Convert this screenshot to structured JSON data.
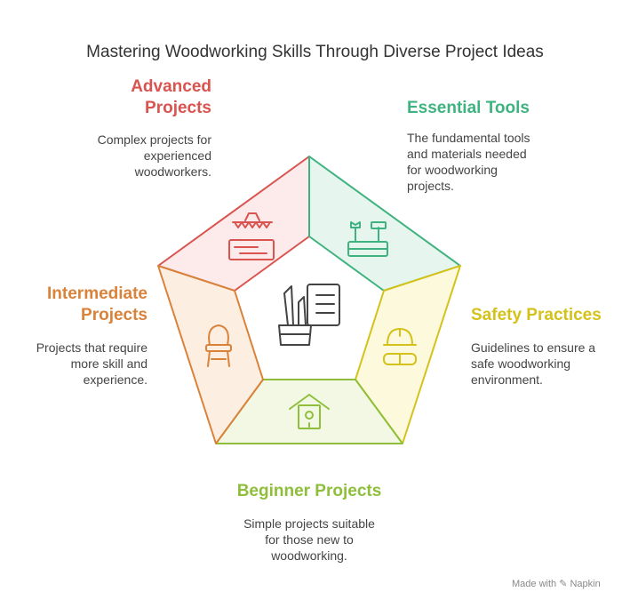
{
  "title": "Mastering Woodworking Skills Through Diverse Project Ideas",
  "colors": {
    "advanced": "#d9534f",
    "essential": "#3fb37f",
    "safety": "#d4c21a",
    "beginner": "#8fbf3a",
    "intermediate": "#d9823a",
    "center_icon": "#444444"
  },
  "segments": {
    "advanced": {
      "label_line1": "Advanced",
      "label_line2": "Projects",
      "desc_line1": "Complex projects for",
      "desc_line2": "experienced",
      "desc_line3": "woodworkers.",
      "icon": "saw-wood-icon"
    },
    "essential": {
      "label_line1": "Essential Tools",
      "desc_line1": "The fundamental tools",
      "desc_line2": "and materials needed",
      "desc_line3": "for woodworking",
      "desc_line4": "projects.",
      "icon": "toolbox-icon"
    },
    "safety": {
      "label_line1": "Safety Practices",
      "desc_line1": "Guidelines to ensure a",
      "desc_line2": "safe woodworking",
      "desc_line3": "environment.",
      "icon": "hardhat-goggles-icon"
    },
    "beginner": {
      "label_line1": "Beginner Projects",
      "desc_line1": "Simple projects suitable",
      "desc_line2": "for those new to",
      "desc_line3": "woodworking.",
      "icon": "birdhouse-icon"
    },
    "intermediate": {
      "label_line1": "Intermediate",
      "label_line2": "Projects",
      "desc_line1": "Projects that require",
      "desc_line2": "more skill and",
      "desc_line3": "experience.",
      "icon": "chair-icon"
    }
  },
  "center_icon": "tools-document-icon",
  "footer": "Made with ✎ Napkin"
}
